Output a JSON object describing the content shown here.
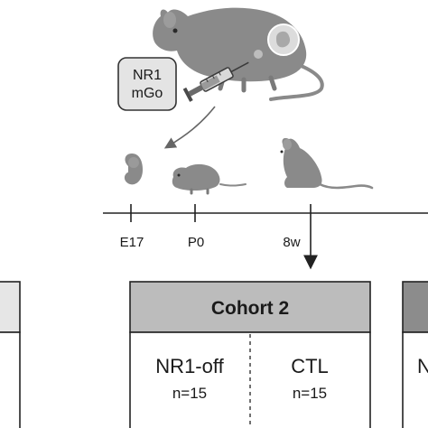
{
  "injection_label": {
    "line1": "NR1",
    "line2": "mGo"
  },
  "timeline": {
    "ticks": [
      {
        "label": "E17"
      },
      {
        "label": "P0"
      },
      {
        "label": "8w"
      }
    ]
  },
  "cohort": {
    "title": "Cohort 2",
    "groups": [
      {
        "name": "NR1-off",
        "n": "n=15"
      },
      {
        "name": "CTL",
        "n": "n=15"
      }
    ]
  },
  "right_partial_text": "N",
  "colors": {
    "animal": "#8a8a8a",
    "animal_dark": "#6e6e6e",
    "header_fill": "#bcbcbc",
    "left_partial_fill": "#e6e6e6",
    "right_partial_fill": "#8c8c8c",
    "line": "#222222"
  }
}
